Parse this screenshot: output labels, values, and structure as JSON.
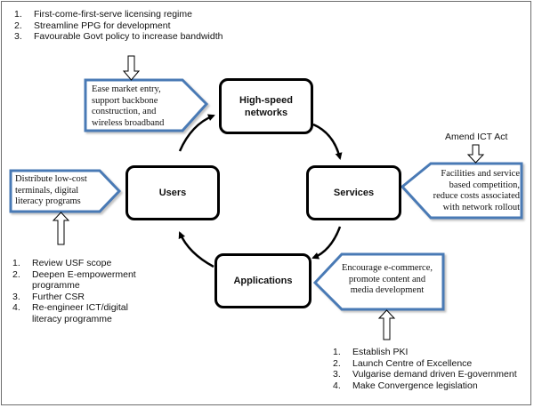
{
  "nodes": {
    "networks": "High-speed networks",
    "services": "Services",
    "applications": "Applications",
    "users": "Users"
  },
  "callouts": {
    "networks": "Ease market entry, support backbone construction, and wireless broadband",
    "services": "Facilities and service based competition, reduce costs associated with network rollout",
    "applications": "Encourage e-commerce, promote content and media development",
    "users": "Distribute low-cost terminals, digital literacy programs"
  },
  "policy_lists": {
    "networks": [
      {
        "num": "1.",
        "text": "First-come-first-serve licensing regime"
      },
      {
        "num": "2.",
        "text": "Streamline PPG for development"
      },
      {
        "num": "3.",
        "text": "Favourable Govt policy to increase bandwidth"
      }
    ],
    "users": [
      {
        "num": "1.",
        "text": "Review USF scope"
      },
      {
        "num": "2.",
        "text": "Deepen E-empowerment programme"
      },
      {
        "num": "3.",
        "text": "Further CSR"
      },
      {
        "num": "4.",
        "text": "Re-engineer ICT/digital literacy programme"
      }
    ],
    "applications": [
      {
        "num": "1.",
        "text": "Establish PKI"
      },
      {
        "num": "2.",
        "text": "Launch Centre of Excellence"
      },
      {
        "num": "3.",
        "text": "Vulgarise demand driven E-government"
      },
      {
        "num": "4.",
        "text": "Make Convergence legislation"
      }
    ]
  },
  "services_policy": "Amend ICT Act",
  "colors": {
    "callout_border": "#4a7ab5",
    "node_border": "#000000"
  }
}
